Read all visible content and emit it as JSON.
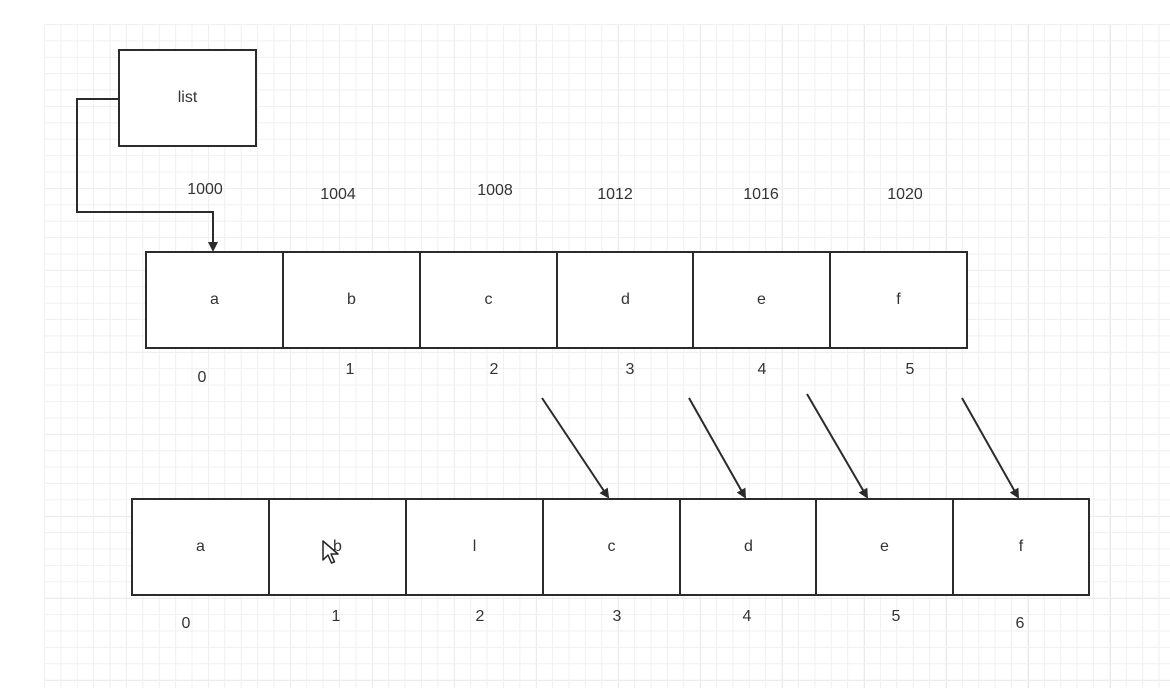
{
  "list_label": "list",
  "addresses": [
    "1000",
    "1004",
    "1008",
    "1012",
    "1016",
    "1020"
  ],
  "original_array": {
    "cells": [
      "a",
      "b",
      "c",
      "d",
      "e",
      "f"
    ],
    "indices": [
      "0",
      "1",
      "2",
      "3",
      "4",
      "5"
    ]
  },
  "new_array": {
    "cells": [
      "a",
      "b",
      "l",
      "c",
      "d",
      "e",
      "f"
    ],
    "indices": [
      "0",
      "1",
      "2",
      "3",
      "4",
      "5",
      "6"
    ]
  },
  "colors": {
    "stroke": "#2b2b2b",
    "text": "#333333",
    "grid_minor": "#f0f0f0",
    "grid_major": "#e4e4e4"
  },
  "icons": [
    "mouse-cursor-icon",
    "arrow-head-icon"
  ]
}
